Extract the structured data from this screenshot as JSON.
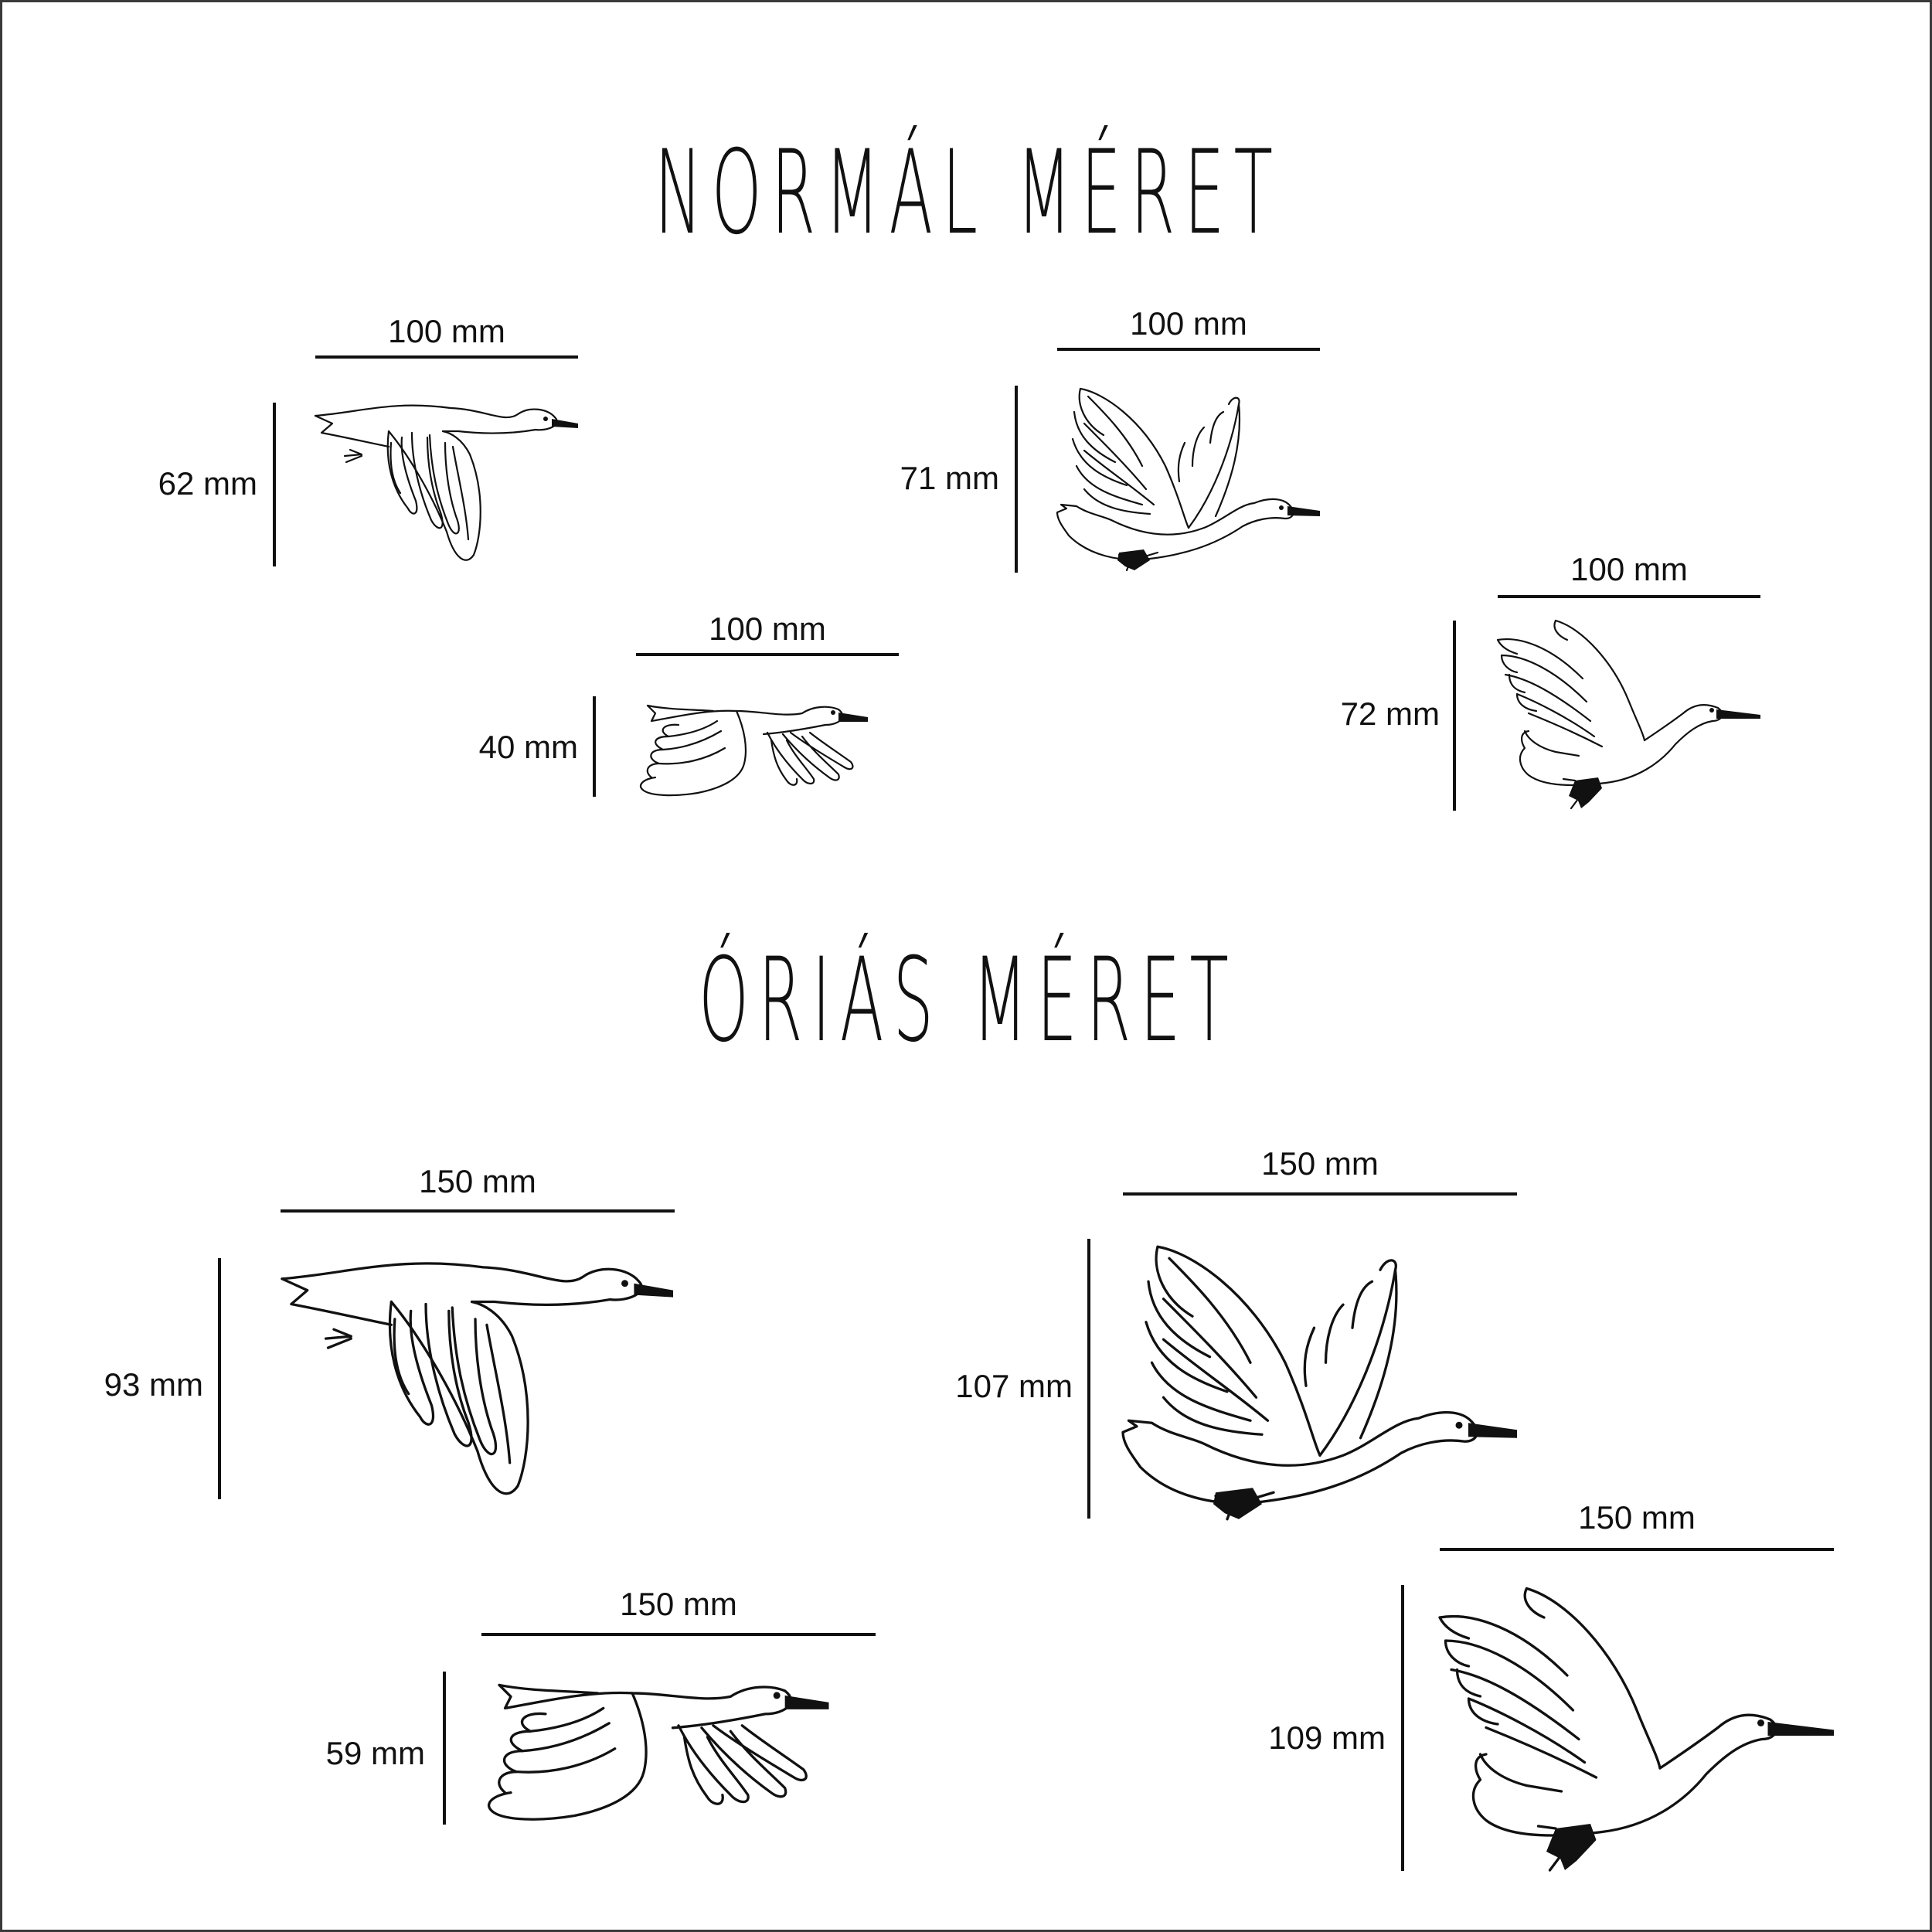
{
  "sections": {
    "normal": {
      "title": "NORMÁL MÉRET"
    },
    "orias": {
      "title": "ÓRIÁS MÉRET"
    }
  },
  "normal": [
    {
      "pose": "glide-wing-down",
      "width": "100 mm",
      "height": "62 mm"
    },
    {
      "pose": "wings-up-left",
      "width": "100 mm",
      "height": "71 mm"
    },
    {
      "pose": "wings-level",
      "width": "100 mm",
      "height": "40 mm"
    },
    {
      "pose": "wings-up-right",
      "width": "100 mm",
      "height": "72 mm"
    }
  ],
  "orias": [
    {
      "pose": "glide-wing-down",
      "width": "150 mm",
      "height": "93 mm"
    },
    {
      "pose": "wings-up-left",
      "width": "150 mm",
      "height": "107 mm"
    },
    {
      "pose": "wings-level",
      "width": "150 mm",
      "height": "59 mm"
    },
    {
      "pose": "wings-up-right",
      "width": "150 mm",
      "height": "109 mm"
    }
  ]
}
